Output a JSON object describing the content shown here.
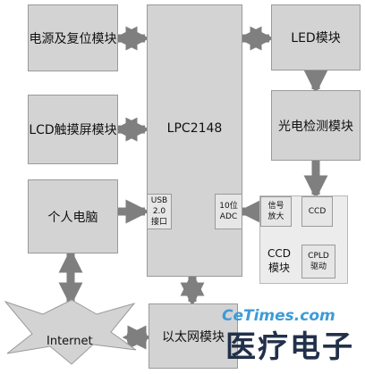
{
  "blocks": {
    "power_reset": "电源及复位模块",
    "lcd_touch": "LCD触摸屏模块",
    "pc": "个人电脑",
    "lpc": "LPC2148",
    "usb": "USB\n2.0\n接口",
    "adc": "10位\nADC",
    "led": "LED模块",
    "photo": "光电检测模块",
    "signal_amp": "信号\n放大",
    "ccd": "CCD",
    "cpld": "CPLD\n驱动",
    "ccd_module": "CCD\n模块",
    "ethernet": "以太网模块",
    "internet": "Internet"
  },
  "watermark": {
    "site": "CeTimes.com",
    "title": "医疗电子"
  },
  "colors": {
    "box_fill": "#d3d3d3",
    "arrow": "#7f7f7f",
    "watermark_blue": "#3d9bd8",
    "watermark_dark": "#22304a"
  }
}
